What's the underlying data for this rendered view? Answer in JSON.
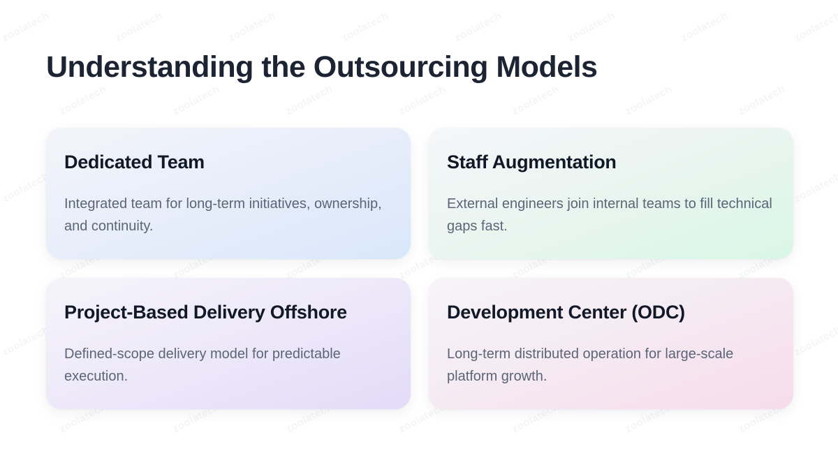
{
  "title": "Understanding the Outsourcing Models",
  "watermark": "zoolatech",
  "cards": [
    {
      "title": "Dedicated Team",
      "description": "Integrated team for long-term initiatives, ownership, and continuity."
    },
    {
      "title": "Staff Augmentation",
      "description": "External engineers join internal teams to fill technical gaps fast."
    },
    {
      "title": "Project-Based Delivery Offshore",
      "description": "Defined-scope delivery model for predictable execution."
    },
    {
      "title": "Development Center (ODC)",
      "description": "Long-term distributed operation for large-scale platform growth."
    }
  ],
  "colors": {
    "title": "#1c2433",
    "card_title": "#111827",
    "card_text": "#5b6577",
    "card_1_tint": "#d9e7fb",
    "card_2_tint": "#d9f6e6",
    "card_3_tint": "#e3dbf9",
    "card_4_tint": "#f6dceb"
  }
}
